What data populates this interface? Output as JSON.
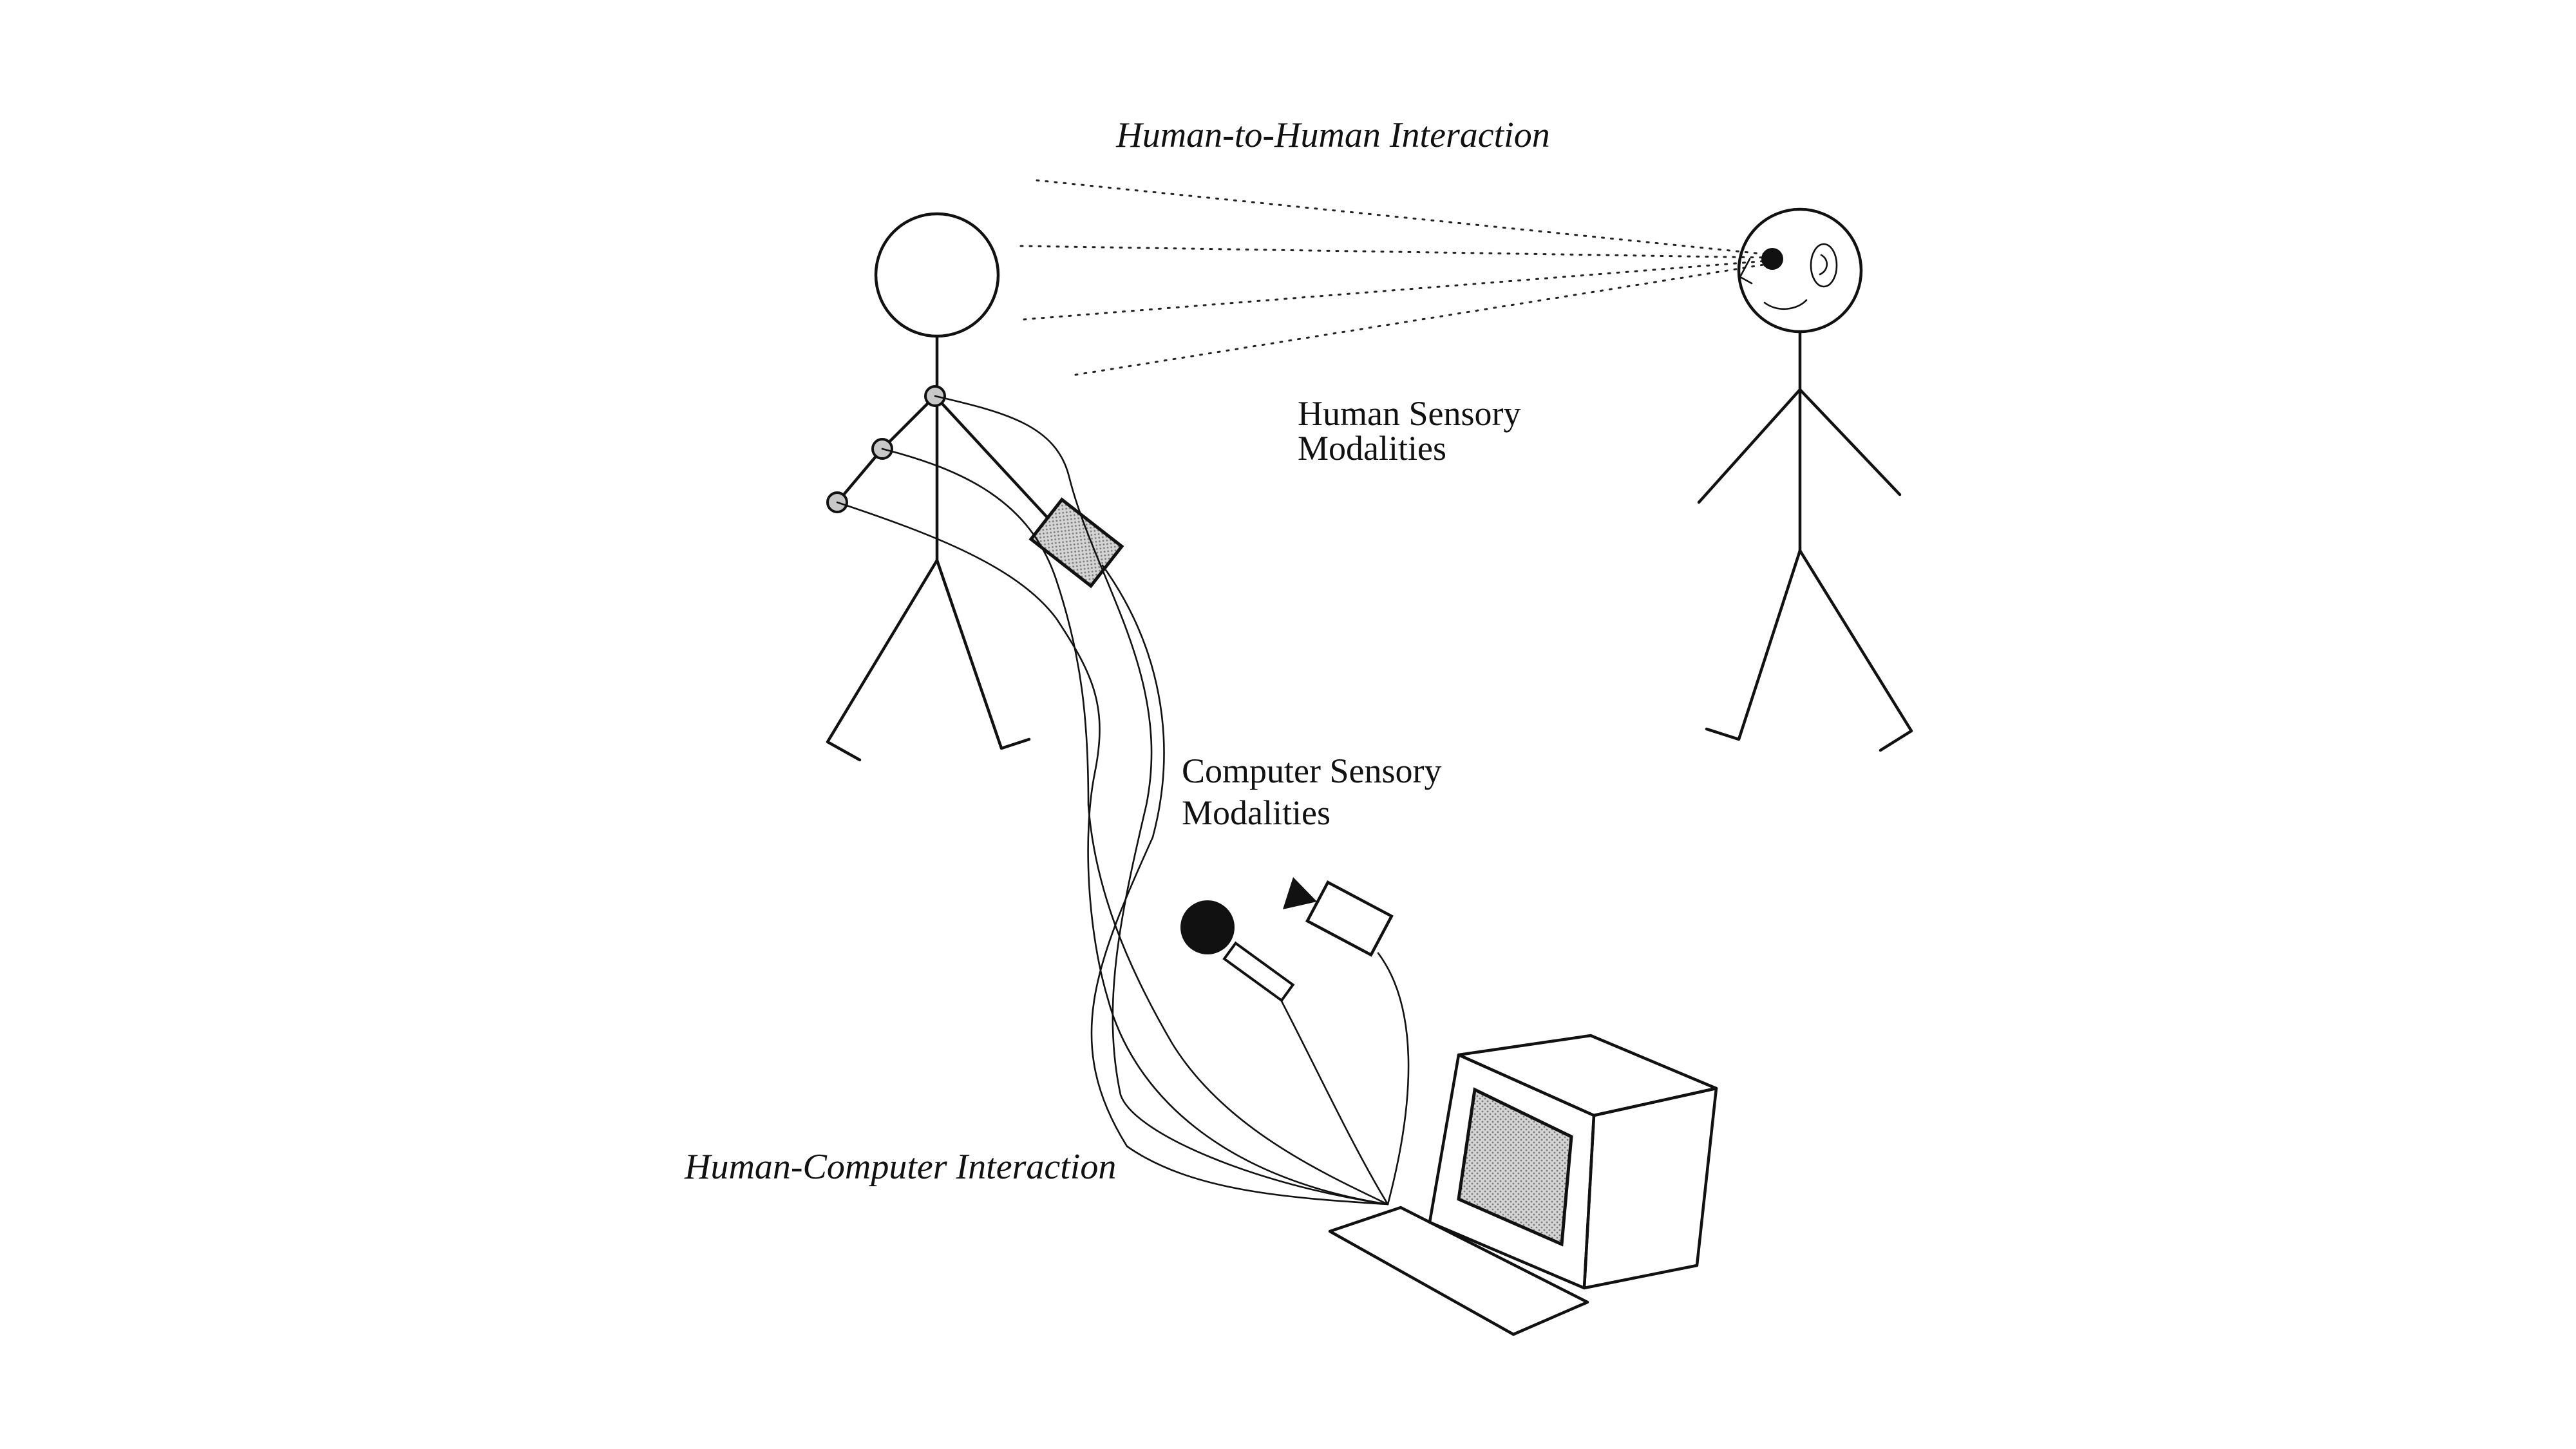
{
  "labels": {
    "human_to_human": "Human-to-Human Interaction",
    "human_sensory_line1": "Human Sensory",
    "human_sensory_line2": "Modalities",
    "computer_sensory_line1": "Computer Sensory",
    "computer_sensory_line2": "Modalities",
    "human_computer": "Human-Computer Interaction"
  },
  "colors": {
    "ink": "#111111",
    "background": "#ffffff",
    "shading": "#c8c8c8"
  },
  "icons": [
    "stick-figure-user",
    "stick-figure-observer",
    "eye-icon",
    "ear-icon",
    "wearable-sensor-icon",
    "microphone-icon",
    "video-camera-icon",
    "computer-monitor-icon",
    "keyboard-icon"
  ]
}
